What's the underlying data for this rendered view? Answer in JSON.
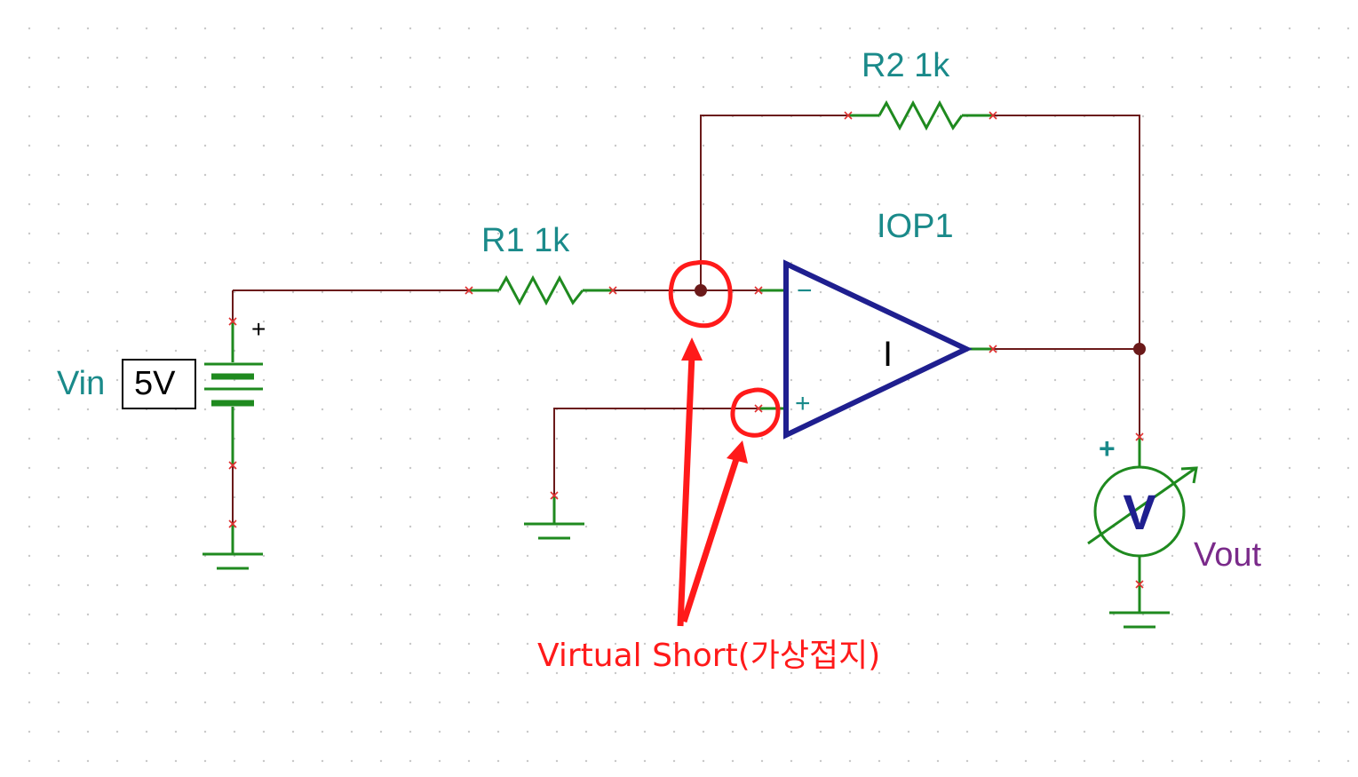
{
  "colors": {
    "wire": "#6b1a1a",
    "component": "#1f8a1f",
    "opamp": "#1f1f8f",
    "label": "#1a8a8a",
    "output_label": "#7a2a8a",
    "annotation": "#ff1a1a",
    "pin_marker": "#e03030",
    "grid_dot": "#c8c8c8"
  },
  "source": {
    "name": "Vin",
    "value": "5V",
    "plus_sign": "+"
  },
  "r1": {
    "label": "R1 1k"
  },
  "r2": {
    "label": "R2 1k"
  },
  "opamp": {
    "name": "IOP1",
    "inverting_sign": "−",
    "noninverting_sign": "+",
    "center_mark": "I"
  },
  "voltmeter": {
    "symbol": "V",
    "name": "Vout",
    "plus_sign": "+"
  },
  "annotation": {
    "text": "Virtual Short(가상접지)"
  },
  "icons": [
    "battery-icon",
    "resistor-icon",
    "opamp-icon",
    "ground-icon",
    "voltmeter-icon",
    "arrow-icon"
  ]
}
